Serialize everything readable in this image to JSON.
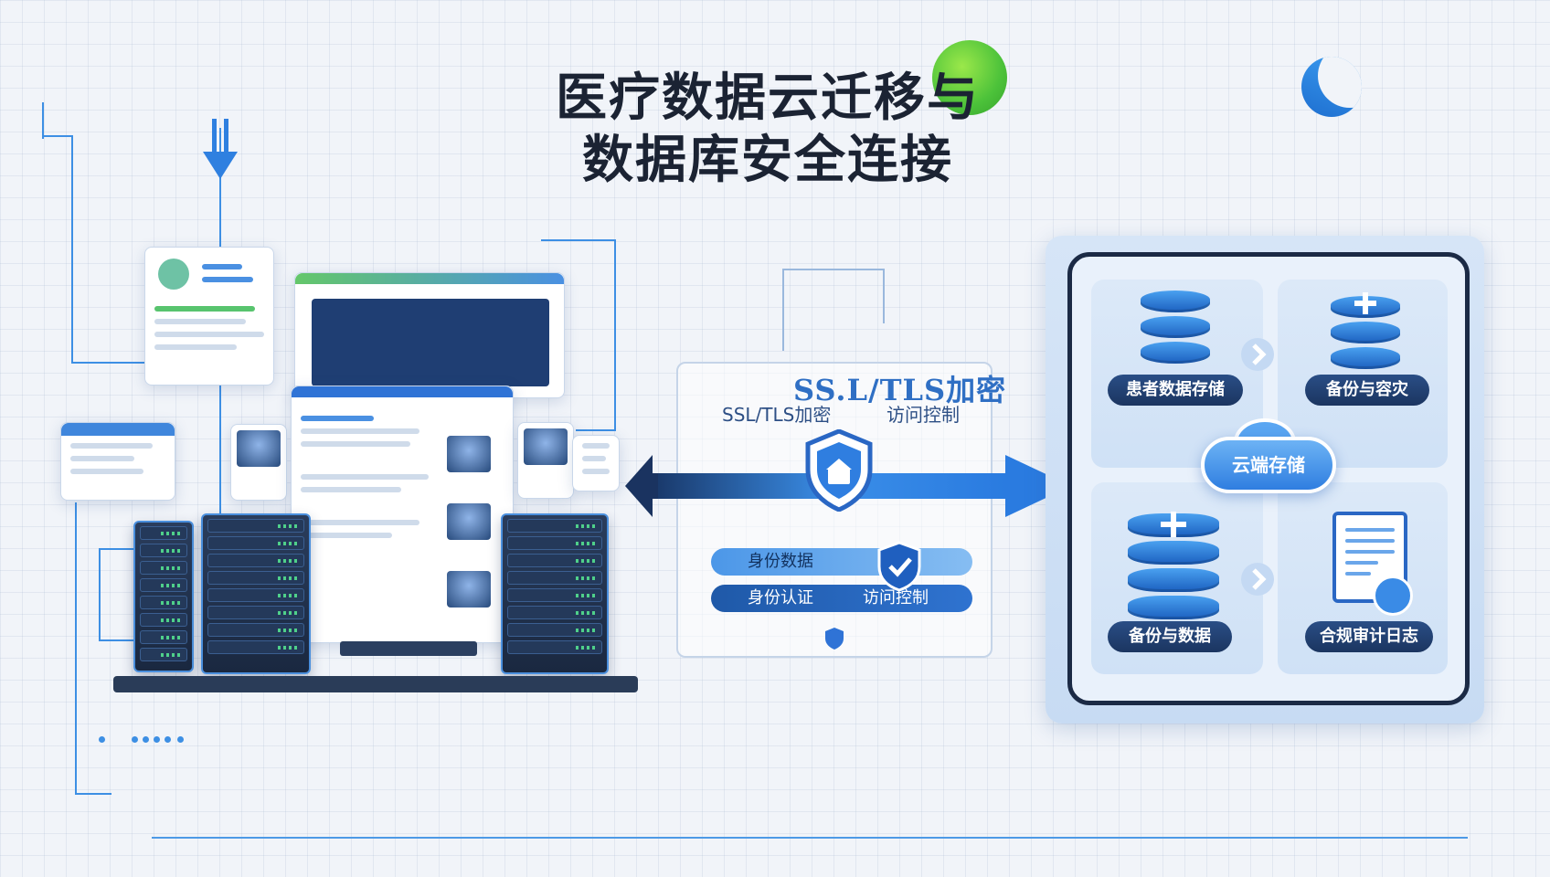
{
  "title": {
    "line1": "医疗数据云迁移与",
    "line2": "数据库安全连接"
  },
  "security": {
    "heading": "SS.L/TLS加密",
    "ssl_label": "SSL/TLS加密",
    "access_label": "访问控制",
    "pill1_label": "身份数据",
    "pill2_left": "身份认证",
    "pill2_right": "访问控制"
  },
  "cloud": {
    "center_label": "云端存储",
    "patient_storage": "患者数据存储",
    "backup_dr": "备份与容灾",
    "backup_data": "备份与数据",
    "audit_log": "合规审计日志"
  },
  "colors": {
    "accent": "#2f73d6",
    "dark_navy": "#1b2a45",
    "green": "#58c46e"
  },
  "icons": [
    "arrow-down-icon",
    "shield-icon",
    "database-icon",
    "database-plus-icon",
    "cloud-icon",
    "document-icon",
    "chevron-right-icon",
    "moon-icon",
    "green-orb-icon"
  ]
}
